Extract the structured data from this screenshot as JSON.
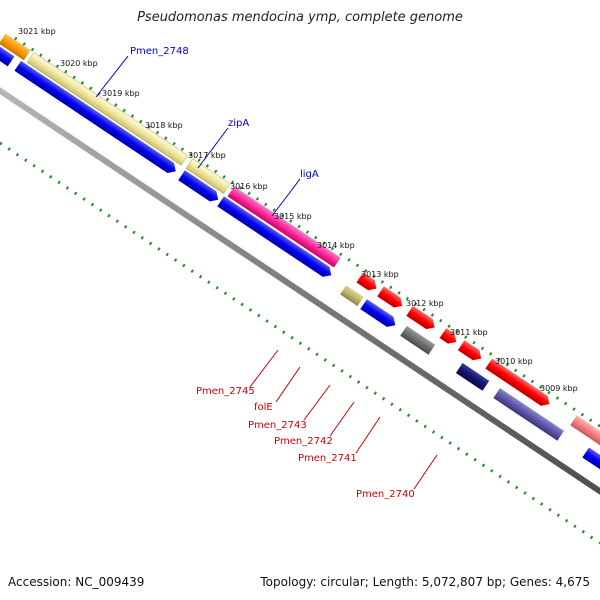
{
  "title": "Pseudomonas mendocina ymp, complete genome",
  "accession_label": "Accession: NC_009439",
  "topology_label": "Topology: circular; Length: 5,072,807 bp; Genes: 4,675",
  "kbp_ticks": [
    "3021 kbp",
    "3020 kbp",
    "3019 kbp",
    "3018 kbp",
    "3017 kbp",
    "3016 kbp",
    "3015 kbp",
    "3014 kbp",
    "3013 kbp",
    "3012 kbp",
    "3011 kbp",
    "3010 kbp",
    "3009 kbp"
  ],
  "gene_labels": {
    "top": [
      "Pmen_2748",
      "zipA",
      "ligA"
    ],
    "bottom": [
      "Pmen_2745",
      "folE",
      "Pmen_2743",
      "Pmen_2742",
      "Pmen_2741",
      "Pmen_2740"
    ]
  },
  "colors": {
    "label_blue": "#0000cc",
    "label_red": "#cc0000",
    "dot_green": "#228b22",
    "backbone": "#7a7a7a"
  }
}
